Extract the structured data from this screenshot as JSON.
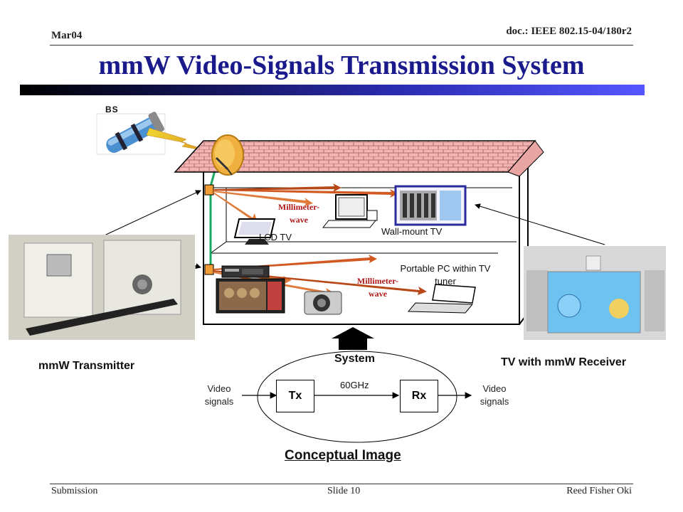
{
  "header": {
    "date": "Mar04",
    "doc": "doc.: IEEE 802.15-04/180r2"
  },
  "title": "mmW Video-Signals Transmission System",
  "footer": {
    "left": "Submission",
    "center": "Slide 10",
    "right": "Reed Fisher Oki"
  },
  "diagram": {
    "bs_label": "BS",
    "mmwave_label_1": "Millimeter-\nwave",
    "mmwave_label_2": "Millimeter-\nwave",
    "lcd_tv": "LCD TV",
    "wall_mount_tv": "Wall-mount TV",
    "portable_pc": "Portable PC within TV\ntuner",
    "transmitter_caption": "mmW Transmitter",
    "receiver_caption": "TV with mmW Receiver",
    "system_label": "System"
  },
  "concept": {
    "tx": "Tx",
    "rx": "Rx",
    "freq": "60GHz",
    "input": "Video\nsignals",
    "output": "Video\nsignals",
    "caption": "Conceptual Image"
  },
  "colors": {
    "title": "#1a1a8c",
    "arrow": "#c0502a",
    "mmw_text": "#b01818",
    "roof": "#f2b3b3"
  }
}
